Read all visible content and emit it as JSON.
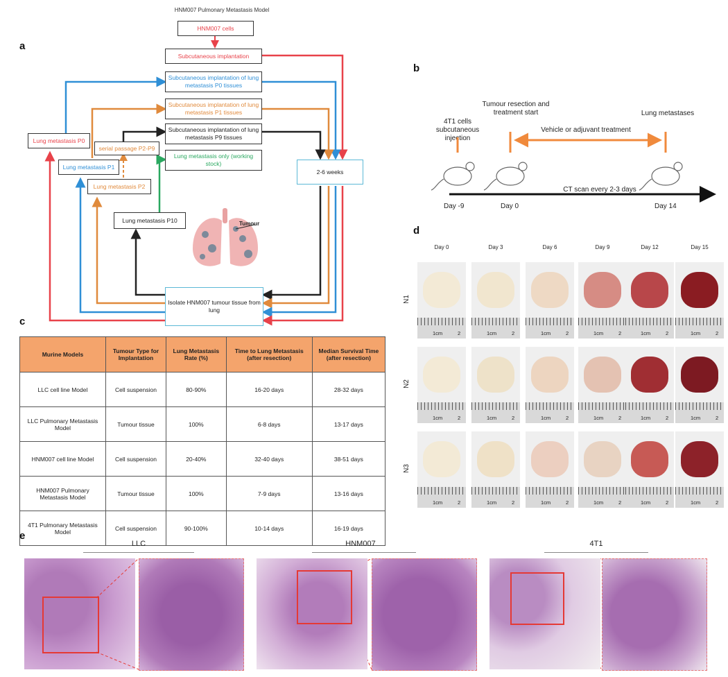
{
  "panel_a": {
    "label": "a",
    "title": "HNM007 Pulmonary Metastasis Model",
    "boxes": {
      "hnm007_cells": "HNM007 cells",
      "subcut_implant": "Subcutaneous implantation",
      "subcut_p0": "Subcutaneous implantation of lung metastasis P0 tissues",
      "subcut_p1": "Subcutaneous implantation of lung metastasis P1 tissues",
      "subcut_p9": "Subcutaneous implantation of lung metastasis P9 tissues",
      "lung_met_only": "Lung metastasis only (working stock)",
      "weeks": "2-6 weeks",
      "lung_met_p0": "Lung metastasis P0",
      "serial_passage": "serial passage P2-P9",
      "lung_met_p1": "Lung metastasis P1",
      "lung_met_p2": "Lung metastasis P2",
      "lung_met_p10": "Lung metastasis P10",
      "isolate": "Isolate HNM007 tumour tissue from lung",
      "tumour": "Tumour"
    },
    "colors": {
      "red": "#e8424a",
      "blue": "#2f8fd6",
      "orange": "#e08a3c",
      "black": "#222222",
      "green": "#2aa860",
      "cyan": "#5bb8d6"
    }
  },
  "panel_b": {
    "label": "b",
    "injection": "4T1 cells subcutaneous injection",
    "resection": "Tumour resection and treatment start",
    "lung_met": "Lung metastases",
    "treatment": "Vehicle or adjuvant treatment",
    "ct_scan": "CT scan every 2-3 days",
    "day_m9": "Day -9",
    "day_0": "Day 0",
    "day_14": "Day 14"
  },
  "panel_c": {
    "label": "c",
    "headers": [
      "Murine Models",
      "Tumour Type for Implantation",
      "Lung Metastasis Rate (%)",
      "Time to Lung Metastasis (after resection)",
      "Median Survival Time (after resection)"
    ],
    "rows": [
      [
        "LLC cell line Model",
        "Cell suspension",
        "80-90%",
        "16-20 days",
        "28-32 days"
      ],
      [
        "LLC Pulmonary Metastasis Model",
        "Tumour tissue",
        "100%",
        "6-8 days",
        "13-17 days"
      ],
      [
        "HNM007 cell line Model",
        "Cell suspension",
        "20-40%",
        "32-40 days",
        "38-51 days"
      ],
      [
        "HNM007 Pulmonary Metastasis Model",
        "Tumour tissue",
        "100%",
        "7-9 days",
        "13-16 days"
      ],
      [
        "4T1 Pulmonary Metastasis Model",
        "Cell suspension",
        "90-100%",
        "10-14 days",
        "16-19 days"
      ]
    ]
  },
  "panel_d": {
    "label": "d",
    "days": [
      "Day 0",
      "Day 3",
      "Day 6",
      "Day 9",
      "Day 12",
      "Day 15"
    ],
    "rows": [
      "N1",
      "N2",
      "N3"
    ],
    "ruler_cm": "1cm",
    "ruler_2": "2"
  },
  "panel_e": {
    "label": "e",
    "sections": [
      "LLC",
      "HNM007",
      "4T1"
    ]
  }
}
